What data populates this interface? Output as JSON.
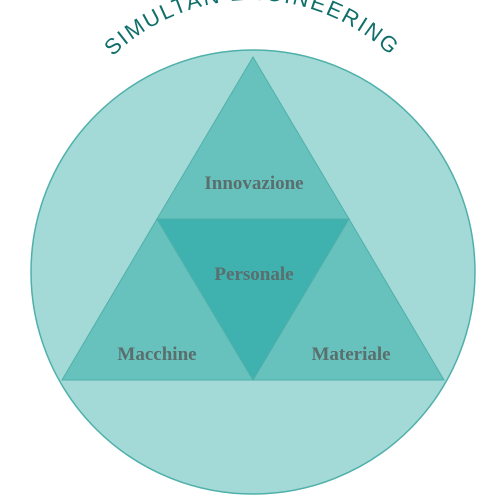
{
  "title": "SIMULTAN ENGINEERING",
  "segments": {
    "top": "Innovazione",
    "center": "Personale",
    "left": "Macchine",
    "right": "Materiale"
  },
  "colors": {
    "circle_fill": "#a3d9d6",
    "circle_stroke": "#4fb0aa",
    "outer_triangle": "#67c2bd",
    "center_triangle": "#3fb1ae",
    "title_text": "#0f6f6a",
    "label_text": "#5a6e6d"
  }
}
